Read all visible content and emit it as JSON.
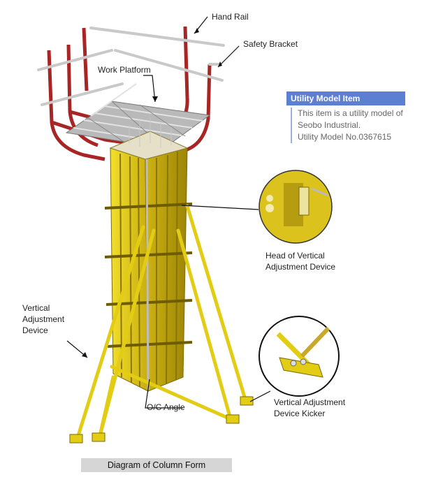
{
  "labels": {
    "hand_rail": "Hand Rail",
    "safety_bracket": "Safety Bracket",
    "work_platform": "Work Platform",
    "head_vertical_adjustment": "Head of Vertical\nAdjustment Device",
    "vertical_adjustment_device": "Vertical\nAdjustment\nDevice",
    "oc_angle": "O/C Angle",
    "vertical_adjustment_kicker": "Vertical Adjustment\nDevice Kicker"
  },
  "info_box": {
    "title": "Utility Model Item",
    "line1": "This item is a utility model of",
    "line2": "Seobo Industrial.",
    "line3": "Utility Model No.0367615"
  },
  "caption": "Diagram of Column Form",
  "colors": {
    "formwork_yellow": "#e8d21a",
    "rail_red": "#a82525",
    "rail_grey": "#c9c9c9",
    "info_header_blue": "#5b7fd3",
    "caption_bg": "#d6d6d6"
  }
}
